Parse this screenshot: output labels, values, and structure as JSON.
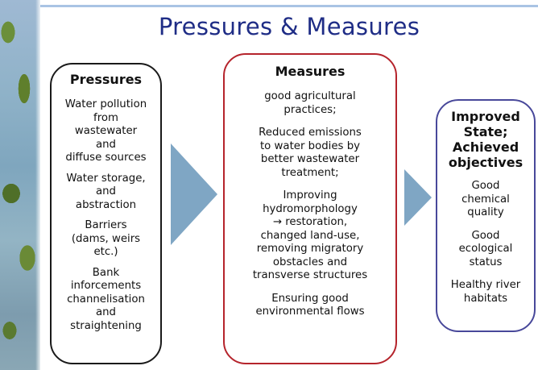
{
  "title": "Pressures & Measures",
  "pressures": {
    "heading": "Pressures",
    "items": [
      "Water pollution\nfrom\nwastewater\nand\ndiffuse sources",
      "Water storage,\nand\nabstraction",
      "Barriers\n(dams, weirs\netc.)",
      "Bank\ninforcements\nchannelisation\nand\nstraightening"
    ]
  },
  "measures": {
    "heading": "Measures",
    "items": [
      "good agricultural\npractices;",
      "Reduced emissions\nto water bodies by\nbetter wastewater\ntreatment;",
      "Improving\nhydromorphology\n→ restoration,\nchanged land-use,\nremoving migratory\nobstacles and\ntransverse structures",
      "Ensuring good\nenvironmental flows"
    ]
  },
  "improved_state": {
    "heading": "Improved\nState;\nAchieved\nobjectives",
    "items": [
      "Good\nchemical\nquality",
      "Good\necological\nstatus",
      "Healthy river\nhabitats"
    ]
  },
  "colors": {
    "title": "#1f2d86",
    "pressures_border": "#1a1a1a",
    "measures_border": "#b5242c",
    "state_border": "#48489a",
    "arrow": "#7fa6c4"
  }
}
